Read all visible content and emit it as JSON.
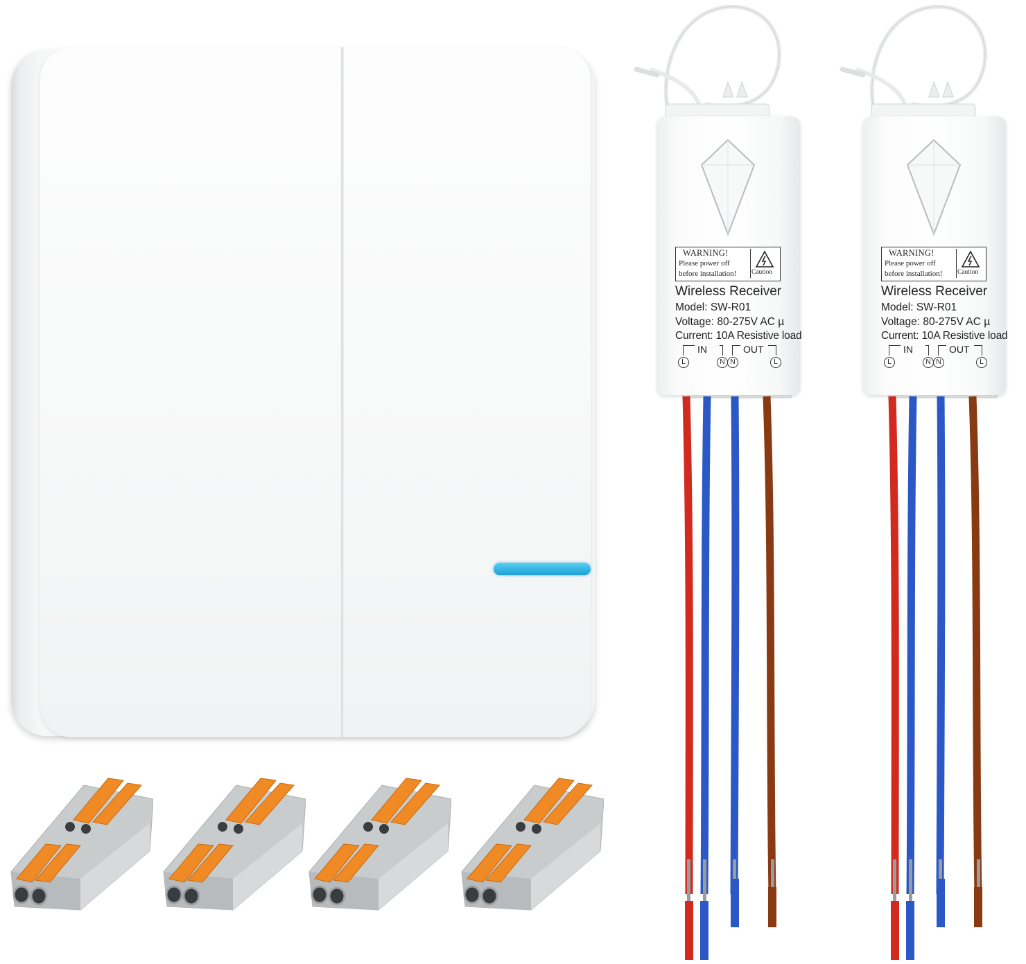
{
  "receivers": [
    {
      "warning_title": "WARNING!",
      "warning_line1": "Please power off",
      "warning_line2": "before installation!",
      "caution": "Caution",
      "name": "Wireless Receiver",
      "model": "Model: SW-R01",
      "voltage": "Voltage: 80-275V AC µ",
      "current": "Current: 10A Resistive load",
      "in_label": "IN",
      "out_label": "OUT",
      "terminals": [
        "L",
        "N",
        "N",
        "L"
      ]
    },
    {
      "warning_title": "WARNING!",
      "warning_line1": "Please power off",
      "warning_line2": "before installation!",
      "caution": "Caution",
      "name": "Wireless Receiver",
      "model": "Model: SW-R01",
      "voltage": "Voltage: 80-275V AC µ",
      "current": "Current: 10A Resistive load",
      "in_label": "IN",
      "out_label": "OUT",
      "terminals": [
        "L",
        "N",
        "N",
        "L"
      ]
    }
  ],
  "colors": {
    "indicator": "#1d9fd6",
    "wire_red": "#d22a1f",
    "wire_blue": "#2b58c6",
    "wire_brown": "#8a3a12",
    "connector_body": "#c9cccd",
    "connector_lever": "#f08a24"
  },
  "icons": [
    "caution-triangle-icon",
    "diamond-emblem-icon"
  ]
}
